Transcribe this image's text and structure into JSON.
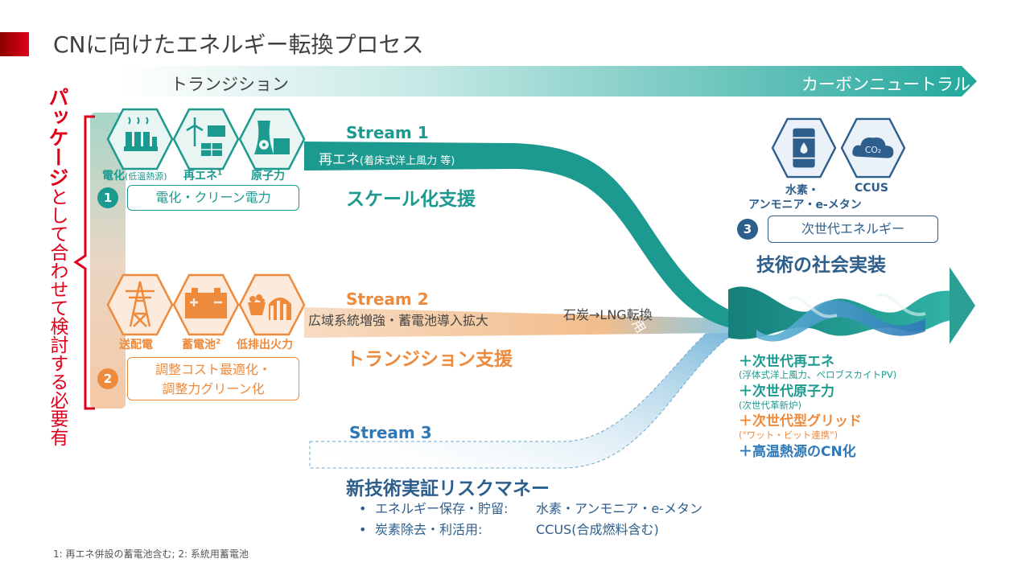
{
  "title": "CNに向けたエネルギー転換プロセス",
  "arrow_top": {
    "left_label": "トランジション",
    "right_label": "カーボンニュートラル"
  },
  "side_label": {
    "highlight": "パッケージ",
    "rest": "として合わせて検討する必要有"
  },
  "group1": {
    "number": "1",
    "icons": [
      {
        "name": "factory-icon",
        "label": "電化",
        "sub": "(低温熱源)"
      },
      {
        "name": "wind-solar-icon",
        "label": "再エネ",
        "sup": "1"
      },
      {
        "name": "nuclear-plant-icon",
        "label": "原子力"
      }
    ],
    "box_text": "電化・クリーン電力"
  },
  "group2": {
    "number": "2",
    "icons": [
      {
        "name": "transmission-tower-icon",
        "label": "送配電"
      },
      {
        "name": "battery-icon",
        "label": "蓄電池",
        "sup": "2"
      },
      {
        "name": "thermal-plant-icon",
        "label": "低排出火力"
      }
    ],
    "box_line1": "調整コスト最適化・",
    "box_line2": "調整力グリーン化"
  },
  "group3": {
    "number": "3",
    "icons": [
      {
        "name": "oil-barrel-icon",
        "label_line1": "水素・",
        "label_line2": "アンモニア・e-メタン"
      },
      {
        "name": "co2-cloud-icon",
        "label_line1": "CCUS",
        "icon_text": "CO₂"
      }
    ],
    "box_text": "次世代エネルギー",
    "heading": "技術の社会実装"
  },
  "stream1": {
    "label": "Stream 1",
    "band_main": "再エネ",
    "band_sub": "(着床式洋上風力 等)",
    "support": "スケール化支援",
    "diagonal": "既存原子力活用"
  },
  "stream2": {
    "label": "Stream 2",
    "band_text": "広域系統増強・蓄電池導入拡大",
    "band_text2": "石炭→LNG転換",
    "support": "トランジション支援"
  },
  "stream3": {
    "label": "Stream 3",
    "support": "新技術実証リスクマネー",
    "bullets": [
      {
        "term": "エネルギー保存・貯留:",
        "value": "水素・アンモニア・e-メタン"
      },
      {
        "term": "炭素除去・利活用:",
        "value": "CCUS(合成燃料含む)"
      }
    ]
  },
  "next_gen": [
    {
      "text": "＋次世代再エネ",
      "sub": "(浮体式洋上風力、ペロブスカイトPV)",
      "color": "#1d9a8f"
    },
    {
      "text": "＋次世代原子力",
      "sub": "(次世代革新炉)",
      "color": "#1d9a8f"
    },
    {
      "text": "＋次世代型グリッド",
      "sub": "(\"ワット・ビット連携\")",
      "color": "#ee8a3c"
    },
    {
      "text": "＋高温熱源のCN化",
      "sub": "",
      "color": "#2e78b8"
    }
  ],
  "footnote": "1: 再エネ併設の蓄電池含む; 2: 系統用蓄電池",
  "colors": {
    "teal": "#1d9a8f",
    "orange": "#ee8a3c",
    "blue": "#2e78b8",
    "red": "#e0001a",
    "navy": "#2e5e8c"
  }
}
